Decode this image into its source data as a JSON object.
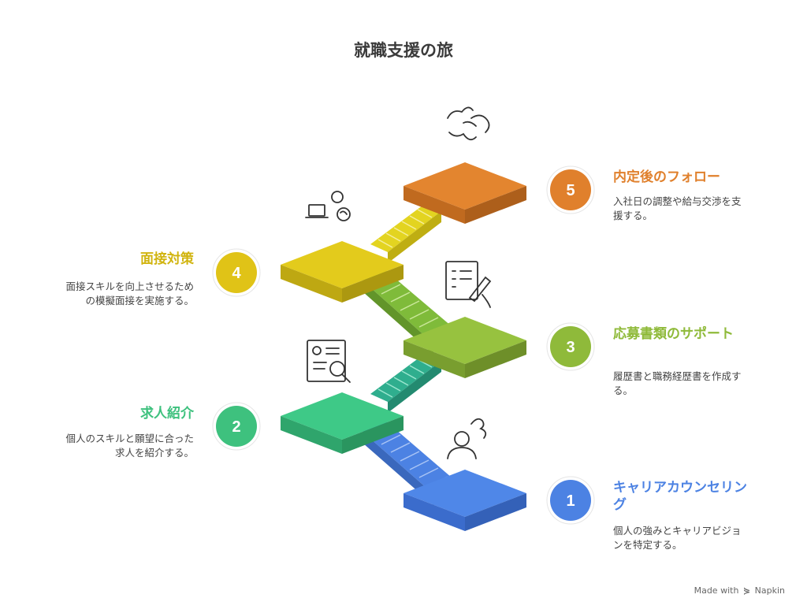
{
  "title": "就職支援の旅",
  "steps": [
    {
      "number": "1",
      "heading": "キャリアカウンセリング",
      "description": "個人の強みとキャリアビジョンを特定する。",
      "color": "#4c82e3",
      "icon": "person-thinking-icon"
    },
    {
      "number": "2",
      "heading": "求人紹介",
      "description": "個人のスキルと願望に合った求人を紹介する。",
      "color": "#3ec17e",
      "icon": "resume-search-icon"
    },
    {
      "number": "3",
      "heading": "応募書類のサポート",
      "description": "履歴書と職務経歴書を作成する。",
      "color": "#8fba3a",
      "icon": "document-edit-icon"
    },
    {
      "number": "4",
      "heading": "面接対策",
      "description": "面接スキルを向上させるための模擬面接を実施する。",
      "color": "#e0c317",
      "icon": "online-interview-icon"
    },
    {
      "number": "5",
      "heading": "内定後のフォロー",
      "description": "入社日の調整や給与交渉を支援する。",
      "color": "#e0802c",
      "icon": "handshake-icon"
    }
  ],
  "footer": {
    "prefix": "Made with",
    "logo": "⋟",
    "brand": "Napkin"
  }
}
